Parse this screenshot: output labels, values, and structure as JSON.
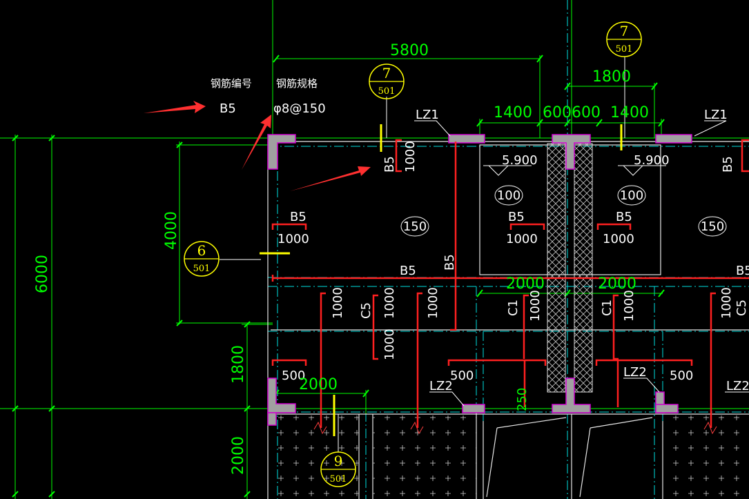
{
  "colors": {
    "background": "#000000",
    "dimension": "#00ff00",
    "text": "#ffffff",
    "rebar": "#ff2020",
    "axis": "#00e0e0",
    "slab_edge": "#ffffff",
    "column_fill": "#a0a0a0",
    "column_edge": "#d000d0",
    "section_mark": "#ffff00",
    "annotation_arrow": "#ff3030"
  },
  "legend": {
    "header_number": "钢筋编号",
    "header_spec": "钢筋规格",
    "value_number": "B5",
    "value_spec": "φ8@150"
  },
  "dimensions": {
    "top_overall": "5800",
    "top_right": "1800",
    "top_right_1": "1400",
    "top_right_2": "600600",
    "top_right_3": "1400",
    "left_overall": "6000",
    "left_upper": "4000",
    "left_middle": "1800",
    "left_lower": "2000",
    "mid_left": "2000",
    "mid_center_a": "2000",
    "mid_center_b": "2000",
    "small": "250"
  },
  "section_markers": [
    {
      "number": "7",
      "sheet": "501"
    },
    {
      "number": "7",
      "sheet": "501"
    },
    {
      "number": "6",
      "sheet": "501"
    },
    {
      "number": "9",
      "sheet": "501"
    }
  ],
  "column_labels": [
    "LZ1",
    "LZ1",
    "LZ2",
    "LZ2",
    "LZ2"
  ],
  "elevations": [
    "5.900",
    "5.900"
  ],
  "slab_thickness": [
    "150",
    "100",
    "100",
    "150"
  ],
  "rebar_labels": {
    "b5": "B5",
    "c5": "C5",
    "c1": "C1",
    "len_1000": "1000",
    "len_500": "500"
  }
}
